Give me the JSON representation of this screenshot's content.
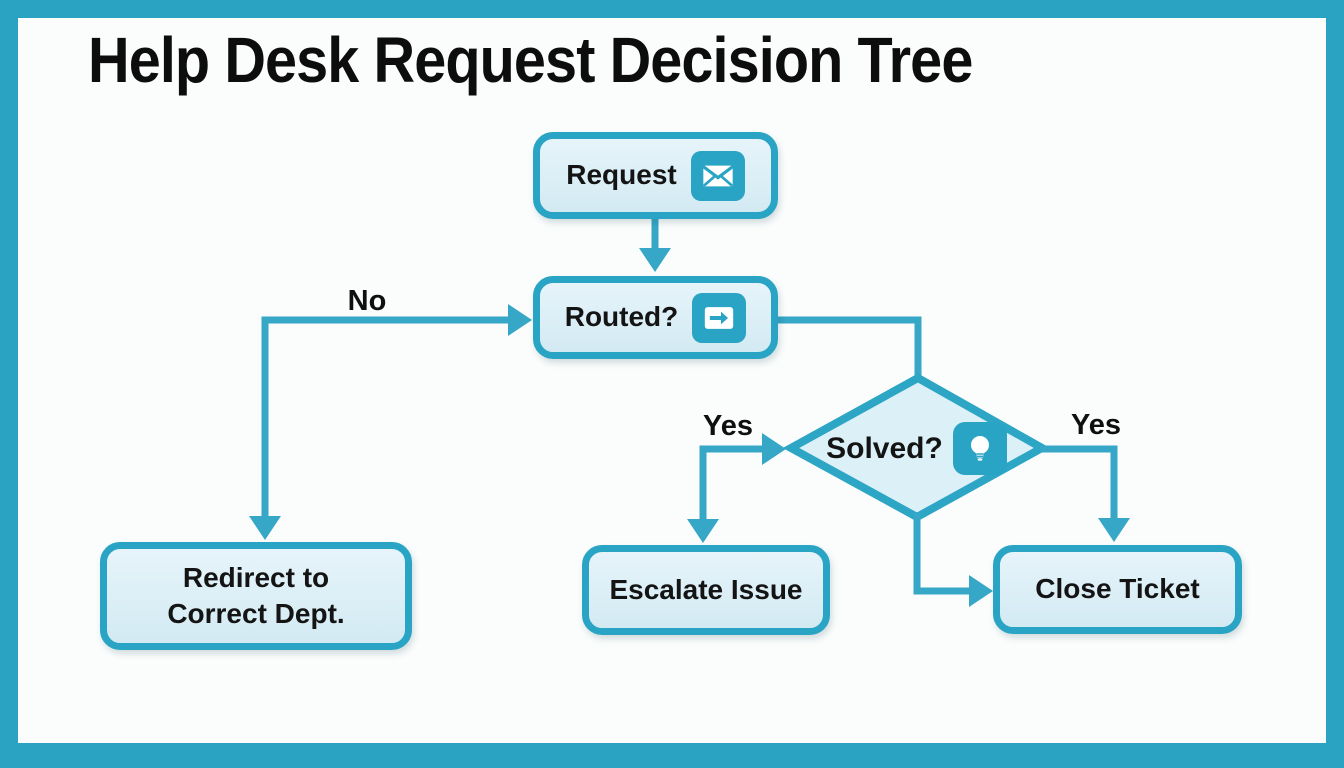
{
  "title": "Help Desk Request Decision Tree",
  "colors": {
    "accent_teal": "#2aa3c2",
    "connector_teal": "#36a7c6",
    "node_fill_light_blue": "#d9edf5",
    "background": "#fbfdfd",
    "text": "#141414"
  },
  "nodes": {
    "request": {
      "label": "Request",
      "icon": "envelope-icon",
      "shape": "rounded-rect"
    },
    "routed": {
      "label": "Routed?",
      "icon": "forward-arrow-icon",
      "shape": "rounded-rect"
    },
    "solved": {
      "label": "Solved?",
      "icon": "lightbulb-icon",
      "shape": "diamond"
    },
    "redirect": {
      "label": "Redirect to Correct Dept.",
      "shape": "rounded-rect"
    },
    "escalate": {
      "label": "Escalate Issue",
      "shape": "rounded-rect"
    },
    "close": {
      "label": "Close Ticket",
      "shape": "rounded-rect"
    }
  },
  "edges": [
    {
      "from": "request",
      "to": "routed",
      "label": ""
    },
    {
      "from": "routed",
      "to": "redirect",
      "label": "No"
    },
    {
      "from": "routed",
      "to": "solved",
      "label": ""
    },
    {
      "from": "solved",
      "to": "escalate",
      "label": "Yes"
    },
    {
      "from": "solved",
      "to": "close",
      "label": "Yes"
    },
    {
      "from": "solved",
      "to": "close",
      "label": ""
    }
  ]
}
